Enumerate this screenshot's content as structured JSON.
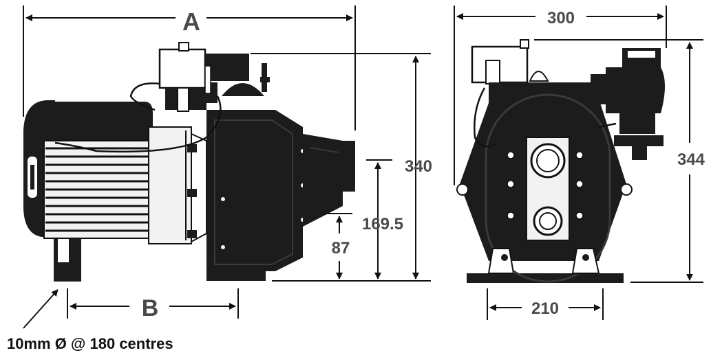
{
  "labels": {
    "a": "A",
    "b": "B",
    "dim_300": "300",
    "dim_340": "340",
    "dim_169_5": "169.5",
    "dim_87": "87",
    "dim_344": "344",
    "dim_210": "210",
    "mount_note": "10mm Ø @ 180 centres"
  },
  "colors": {
    "ink": "#111111",
    "dim_text": "#4a4a4a",
    "body_fill": "#1c1c1c",
    "motor_fins": "#f2f2f2",
    "background": "#ffffff"
  }
}
